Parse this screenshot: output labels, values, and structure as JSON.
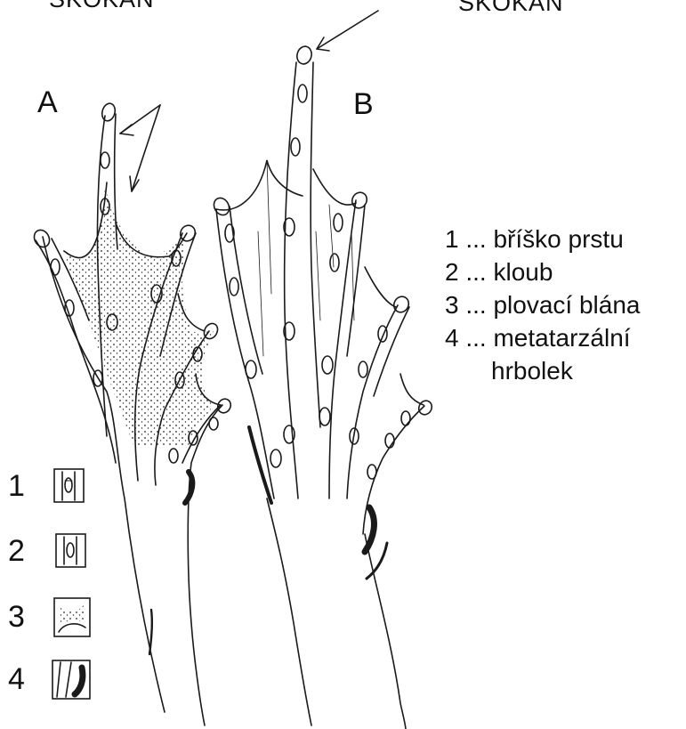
{
  "header": {
    "title_left": "SKOKAN",
    "title_right": "SKOKAN"
  },
  "panels": {
    "a_label": "A",
    "b_label": "B"
  },
  "legend": {
    "items": [
      {
        "num": "1",
        "sep": "...",
        "text": "bříško prstu"
      },
      {
        "num": "2",
        "sep": "...",
        "text": "kloub"
      },
      {
        "num": "3",
        "sep": "...",
        "text": "plovací blána"
      },
      {
        "num": "4",
        "sep": "...",
        "text": "metatarzální"
      }
    ],
    "item4_continuation": "hrbolek"
  },
  "key": {
    "labels": [
      "1",
      "2",
      "3",
      "4"
    ]
  },
  "colors": {
    "ink": "#1a1a1a",
    "background": "#ffffff"
  }
}
